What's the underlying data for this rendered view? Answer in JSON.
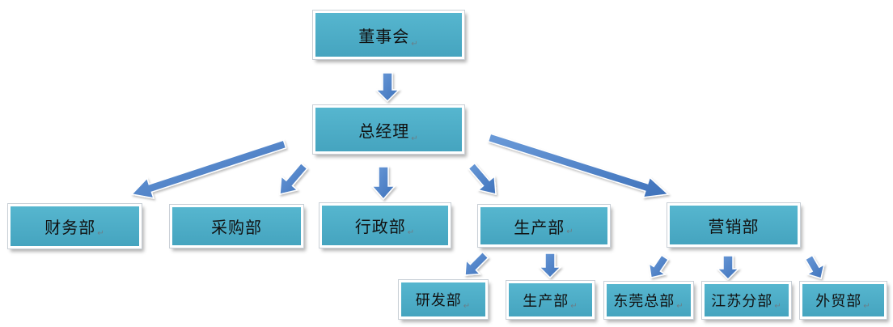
{
  "nodes": {
    "board": "董事会",
    "gm": "总经理",
    "finance": "财务部",
    "purchasing": "采购部",
    "admin": "行政部",
    "production": "生产部",
    "marketing": "营销部",
    "rnd": "研发部",
    "production_sub": "生产部",
    "dongguan": "东莞总部",
    "jiangsu": "江苏分部",
    "foreign_trade": "外贸部"
  },
  "paragraph_mark": "↵",
  "colors": {
    "box_fill": "#4aadc8",
    "arrow_fill": "#4a7fc8",
    "arrow_edge": "#2f5f9e"
  }
}
